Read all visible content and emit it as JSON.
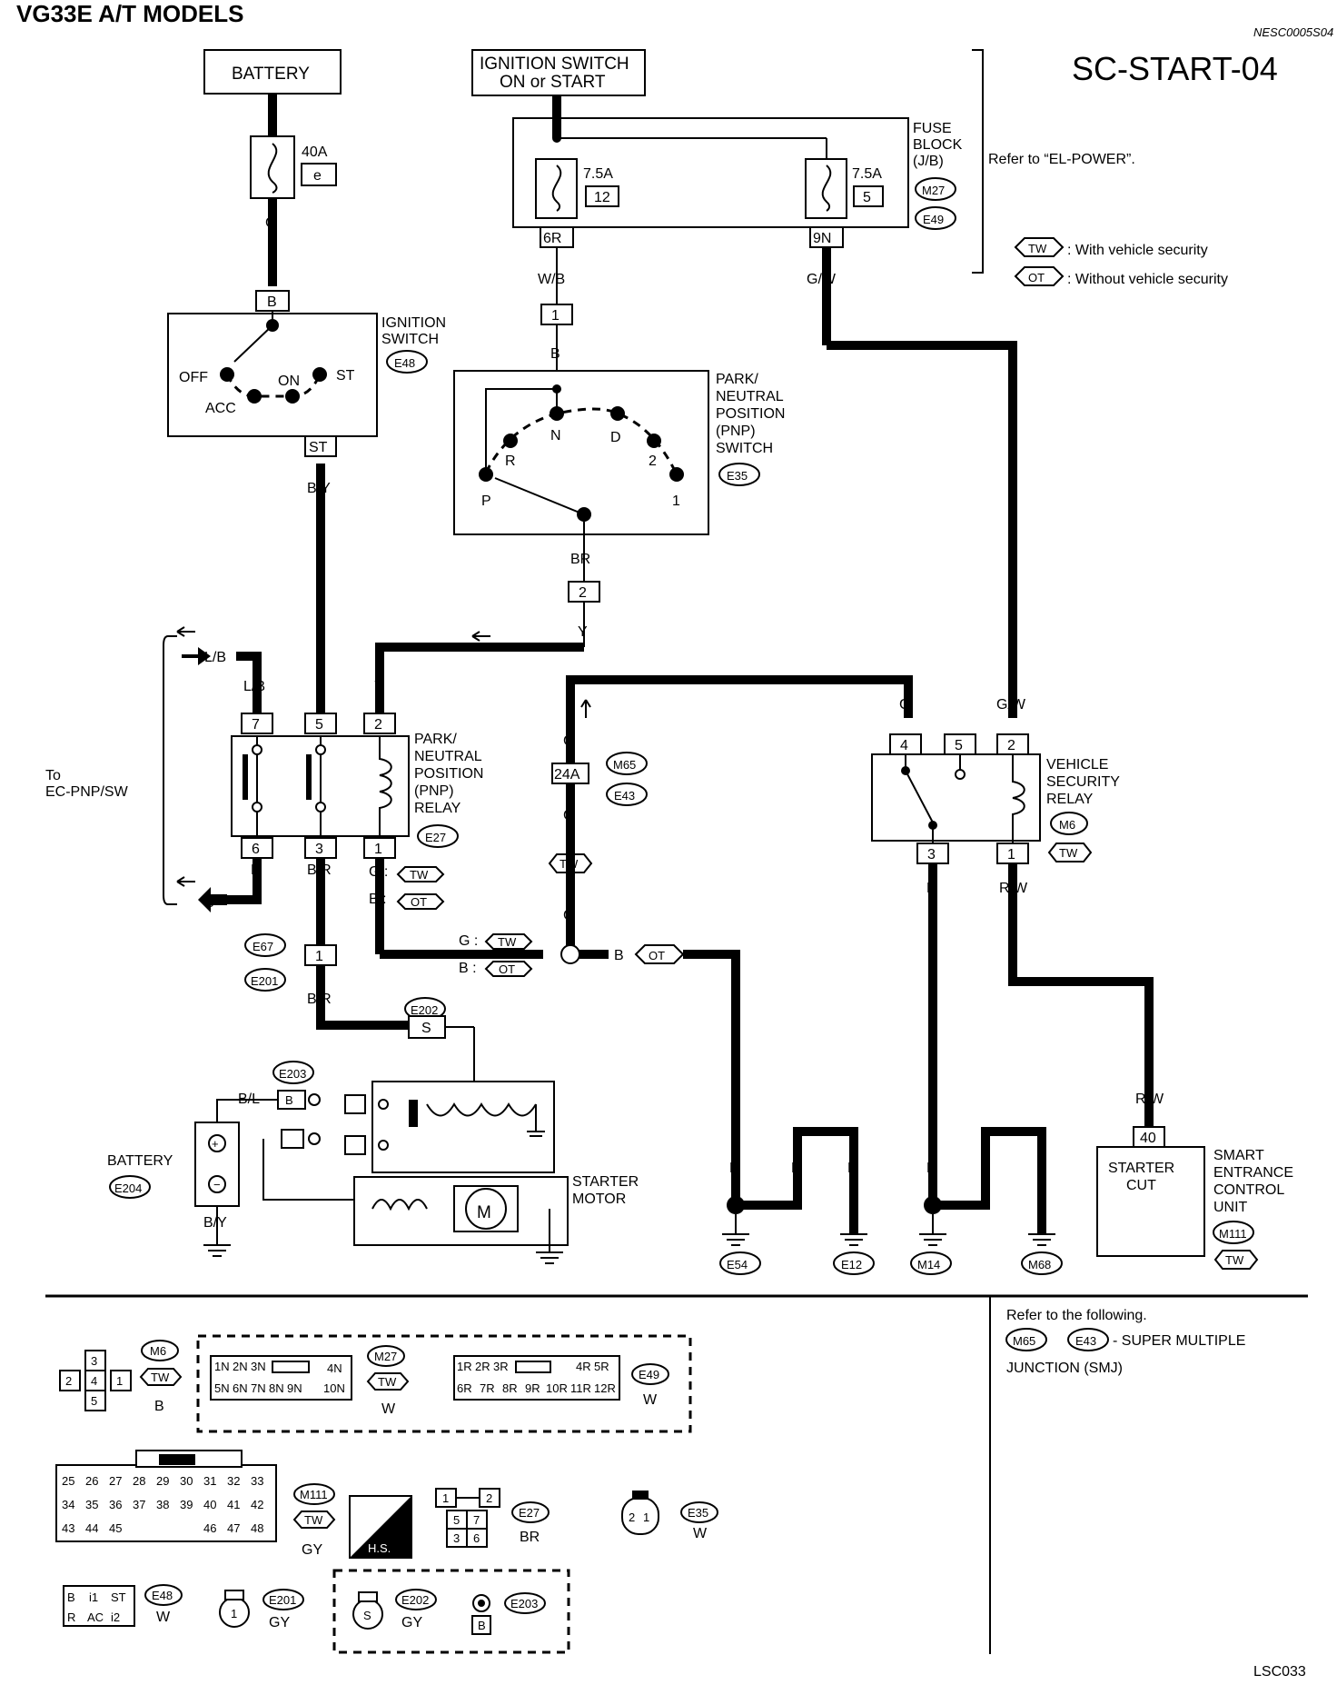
{
  "header": {
    "title": "VG33E A/T MODELS",
    "ref_code": "NESC0005S04",
    "diagram_id": "SC-START-04",
    "footer_code": "LSC033"
  },
  "sources": {
    "battery": "BATTERY",
    "ignition_line1": "IGNITION SWITCH",
    "ignition_line2": "ON or START",
    "fuse_40a": "40A",
    "fuse_40a_id": "e",
    "fuse_75a": "7.5A",
    "fuse_12": "12",
    "fuse_5": "5",
    "fuse_block": [
      "FUSE",
      "BLOCK",
      "(J/B)"
    ],
    "fuse_block_conn1": "M27",
    "fuse_block_conn2": "E49",
    "refer_power": "Refer to “EL-POWER”."
  },
  "legend": {
    "tw_tag": "TW",
    "tw_text": ": With vehicle security",
    "ot_tag": "OT",
    "ot_text": ": Without vehicle security"
  },
  "ignition_switch": {
    "title": [
      "IGNITION",
      "SWITCH"
    ],
    "connector": "E48",
    "terminal_b": "B",
    "terminal_st": "ST",
    "positions": [
      "OFF",
      "ACC",
      "ON",
      "ST"
    ]
  },
  "pnp_switch": {
    "title": [
      "PARK/",
      "NEUTRAL",
      "POSITION",
      "(PNP)",
      "SWITCH"
    ],
    "connector": "E35",
    "positions": [
      "P",
      "R",
      "N",
      "D",
      "2",
      "1"
    ]
  },
  "pnp_relay": {
    "title": [
      "PARK/",
      "NEUTRAL",
      "POSITION",
      "(PNP)",
      "RELAY"
    ],
    "connector": "E27",
    "pins_top": [
      "7",
      "5",
      "2"
    ],
    "pins_bottom": [
      "6",
      "3",
      "1"
    ],
    "side_label": [
      "To",
      "EC-PNP/SW"
    ]
  },
  "security_relay": {
    "title": [
      "VEHICLE",
      "SECURITY",
      "RELAY"
    ],
    "connector": "M6",
    "pins_top": [
      "4",
      "5",
      "2"
    ],
    "pins_bottom": [
      "3",
      "1"
    ]
  },
  "smart_unit": {
    "title": [
      "SMART",
      "ENTRANCE",
      "CONTROL",
      "UNIT"
    ],
    "connector": "M111",
    "pin": "40",
    "inner": [
      "STARTER",
      "CUT"
    ]
  },
  "starter": {
    "title": [
      "STARTER",
      "MOTOR"
    ],
    "motor_symbol": "M",
    "conn_s": "E202",
    "conn_b": "E203",
    "s_pin": "S",
    "b_pin": "B"
  },
  "battery2": {
    "label": "BATTERY",
    "connector": "E204",
    "wire": "B/Y",
    "bl_wire": "B/L"
  },
  "wires": {
    "G": "G",
    "B": "B",
    "BY": "B/Y",
    "WB": "W/B",
    "GW": "G/W",
    "BR": "BR",
    "Y": "Y",
    "LB": "L/B",
    "BR2": "B/R",
    "RW": "R/W",
    "G_tw": "G :",
    "B_ot": "B :"
  },
  "connectors": {
    "c6R": "6R",
    "c9N": "9N",
    "c1": "1",
    "c2": "2",
    "c24A": "24A",
    "M65": "M65",
    "E43": "E43",
    "E67": "E67",
    "E201": "E201",
    "c1b": "1"
  },
  "grounds": [
    "E54",
    "E12",
    "M14",
    "M68"
  ],
  "refer_box": {
    "line1": "Refer to the following.",
    "conn1": "M65",
    "conn2": "E43",
    "line2": "- SUPER MULTIPLE",
    "line3": "JUNCTION (SMJ)"
  },
  "connector_views": {
    "m6_pins": [
      "3",
      "2",
      "4",
      "1",
      "5"
    ],
    "m6_color": "B",
    "m27_top": [
      "1N",
      "2N",
      "3N",
      "",
      "4N"
    ],
    "m27_bot": [
      "5N",
      "6N",
      "7N",
      "8N",
      "9N",
      "10N"
    ],
    "m27_color": "W",
    "e49_top": [
      "1R",
      "2R",
      "3R",
      "",
      "4R",
      "5R"
    ],
    "e49_bot": [
      "6R",
      "7R",
      "8R",
      "9R",
      "10R",
      "11R",
      "12R"
    ],
    "e49_color": "W",
    "m111_row1": [
      "25",
      "26",
      "27",
      "28",
      "29",
      "30",
      "31",
      "32",
      "33"
    ],
    "m111_row2": [
      "34",
      "35",
      "36",
      "37",
      "38",
      "39",
      "40",
      "41",
      "42"
    ],
    "m111_row3": [
      "43",
      "44",
      "45",
      "46",
      "47",
      "48"
    ],
    "m111_color": "GY",
    "hs_label": "H.S.",
    "e27_pins": [
      "1",
      "2",
      "5",
      "7",
      "3",
      "6"
    ],
    "e27_color": "BR",
    "e35_pins": [
      "2",
      "1"
    ],
    "e35_color": "W",
    "e48_pins": [
      "B",
      "i1",
      "ST",
      "R",
      "AC",
      "i2"
    ],
    "e48_color": "W",
    "e201_pin": "1",
    "e201_color": "GY",
    "e202_pin": "S",
    "e202_color": "GY",
    "e203_pin": "B"
  }
}
